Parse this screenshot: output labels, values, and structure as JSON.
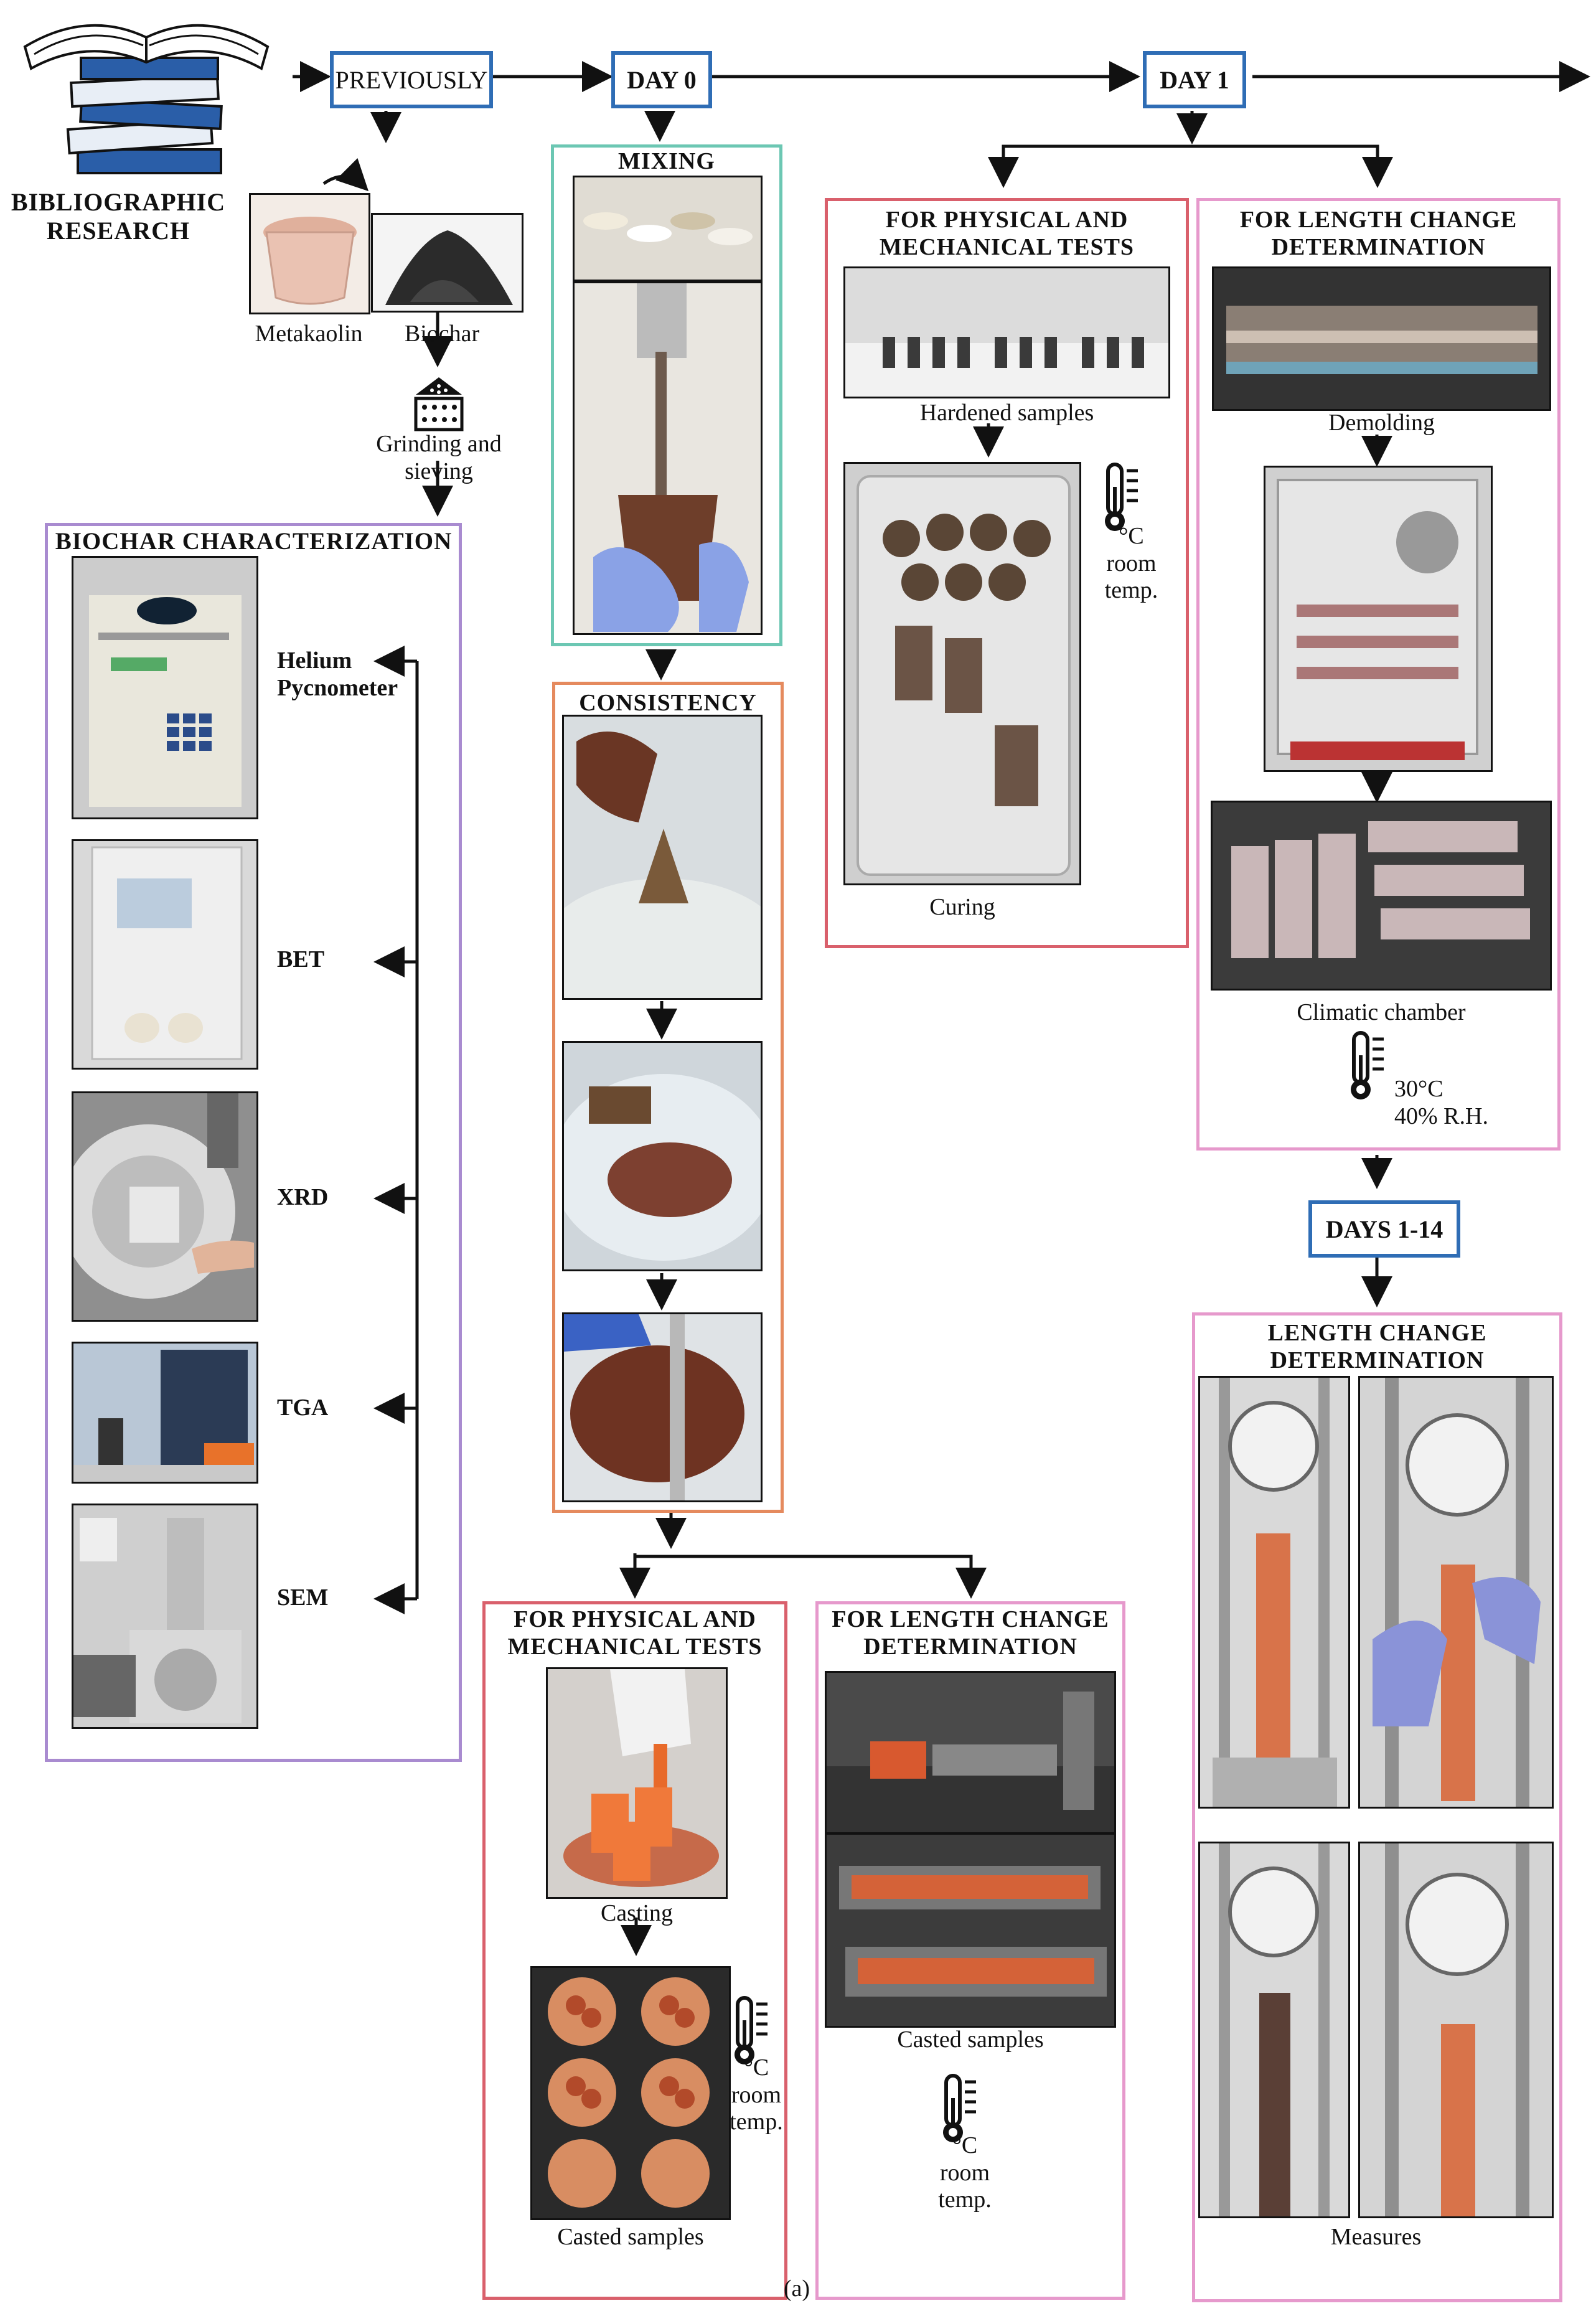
{
  "header": {
    "bibliographic": [
      "BIBLIOGRAPHIC",
      "RESEARCH"
    ],
    "stages": {
      "previously": "PREVIOUSLY",
      "day0": "DAY 0",
      "day1": "DAY 1",
      "days1_14": "DAYS 1-14"
    }
  },
  "previously": {
    "metakaolin": "Metakaolin",
    "biochar": "Biochar",
    "grinding": [
      "Grinding and",
      "sieving"
    ]
  },
  "characterization": {
    "title": "BIOCHAR CHARACTERIZATION",
    "items": [
      {
        "label": [
          "Helium",
          "Pycnometer"
        ]
      },
      {
        "label": [
          "BET"
        ]
      },
      {
        "label": [
          "XRD"
        ]
      },
      {
        "label": [
          "TGA"
        ]
      },
      {
        "label": [
          "SEM"
        ]
      }
    ]
  },
  "day0": {
    "mixing": "MIXING",
    "consistency": "CONSISTENCY",
    "physical_title": [
      "FOR PHYSICAL AND",
      "MECHANICAL TESTS"
    ],
    "casting": "Casting",
    "casted_samples": "Casted samples",
    "length_title": [
      "FOR LENGTH CHANGE",
      "DETERMINATION"
    ],
    "casted_samples_length": "Casted samples",
    "room": [
      "°C",
      "room",
      "temp."
    ]
  },
  "day1": {
    "physical_title": [
      "FOR PHYSICAL AND",
      "MECHANICAL TESTS"
    ],
    "hardened": "Hardened samples",
    "curing": "Curing",
    "room": [
      "°C",
      "room",
      "temp."
    ],
    "length_title": [
      "FOR LENGTH CHANGE",
      "DETERMINATION"
    ],
    "demolding": "Demolding",
    "climatic": "Climatic chamber",
    "climate_values": [
      "30°C",
      "40% R.H."
    ]
  },
  "days": {
    "title": [
      "LENGTH CHANGE",
      "DETERMINATION"
    ],
    "measures": "Measures"
  },
  "caption": "(a)",
  "colors": {
    "stage_border": "#2f6db5",
    "mixing": "#6cc7b3",
    "consistency": "#e58a5e",
    "physical": "#d9606c",
    "length": "#e699cc",
    "characterization": "#a98bd0"
  }
}
